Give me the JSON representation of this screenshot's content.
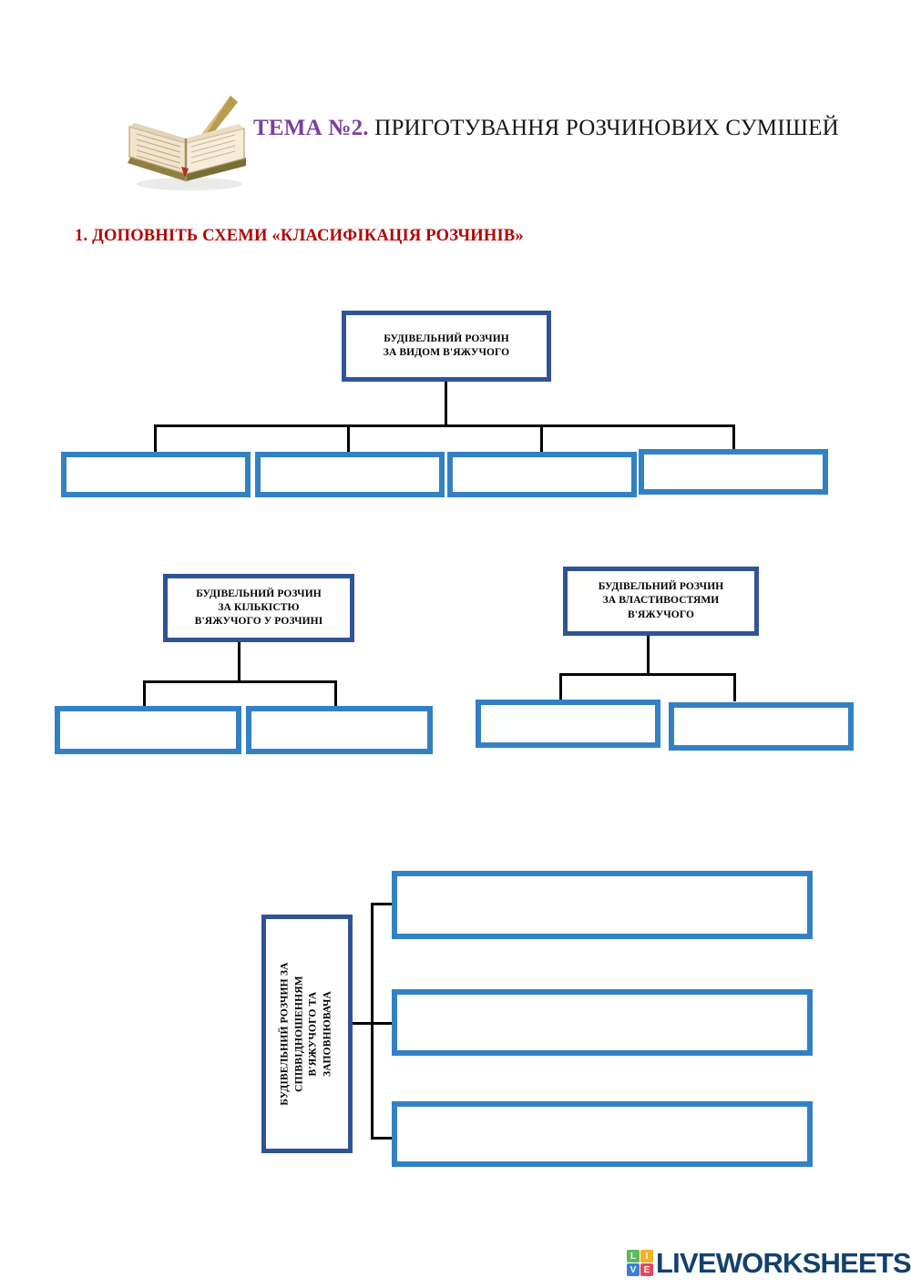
{
  "header": {
    "icon": "open-book-with-pen-icon",
    "title_accent": "ТЕМА №2.",
    "title_rest": " ПРИГОТУВАННЯ РОЗЧИНОВИХ СУМІШЕЙ",
    "accent_color": "#7A3FA0"
  },
  "task": {
    "heading": "1. ДОПОВНІТЬ СХЕМИ «КЛАСИФІКАЦІЯ РОЗЧИНІВ»",
    "heading_color": "#B20000"
  },
  "colors": {
    "title_box_border": "#2F5496",
    "answer_box_border": "#3281C4",
    "connector": "#000000"
  },
  "diagrams": [
    {
      "id": "diagram-vyd-vyazhuchogo",
      "title": "БУДІВЕЛЬНИЙ РОЗЧИН ЗА ВИДОМ  В'ЯЖУЧОГО",
      "title_lines": [
        "БУДІВЕЛЬНИЙ РОЗЧИН",
        "ЗА ВИДОМ  В'ЯЖУЧОГО"
      ],
      "answer_count": 4,
      "answers": [
        "",
        "",
        "",
        ""
      ]
    },
    {
      "id": "diagram-kilkist-vyazhuchogo",
      "title": "БУДІВЕЛЬНИЙ РОЗЧИН ЗА КІЛЬКІСТЮ В'ЯЖУЧОГО У РОЗЧИНІ",
      "title_lines": [
        "БУДІВЕЛЬНИЙ РОЗЧИН",
        "ЗА КІЛЬКІСТЮ",
        "В'ЯЖУЧОГО У РОЗЧИНІ"
      ],
      "answer_count": 2,
      "answers": [
        "",
        ""
      ]
    },
    {
      "id": "diagram-vlastyvosti-vyazhuchogo",
      "title": "БУДІВЕЛЬНИЙ РОЗЧИН ЗА ВЛАСТИВОСТЯМИ В'ЯЖУЧОГО",
      "title_lines": [
        "БУДІВЕЛЬНИЙ РОЗЧИН",
        "ЗА ВЛАСТИВОСТЯМИ",
        "В'ЯЖУЧОГО"
      ],
      "answer_count": 2,
      "answers": [
        "",
        ""
      ]
    },
    {
      "id": "diagram-spivvidnoshennia",
      "title": "БУДІВЕЛЬНИЙ РОЗЧИН ЗА СПІВВІДНОШЕННЯМ В'ЯЖУЧОГО ТА ЗАПОВНЮВАЧА",
      "title_lines": [
        "БУДІВЕЛЬНИЙ РОЗЧИН ЗА",
        "СПІВВІДНОШЕННЯМ",
        "В'ЯЖУЧОГО ТА",
        "ЗАПОВНЮВАЧА"
      ],
      "orientation": "vertical",
      "answer_count": 3,
      "answers": [
        "",
        "",
        ""
      ]
    }
  ],
  "footer": {
    "logo_squares": [
      {
        "letter": "L",
        "color": "#5CB85C"
      },
      {
        "letter": "I",
        "color": "#F0B323"
      },
      {
        "letter": "V",
        "color": "#3B7DD8"
      },
      {
        "letter": "E",
        "color": "#E8455C"
      }
    ],
    "logo_word": "LIVEWORKSHEETS",
    "logo_word_color": "#12416E"
  }
}
